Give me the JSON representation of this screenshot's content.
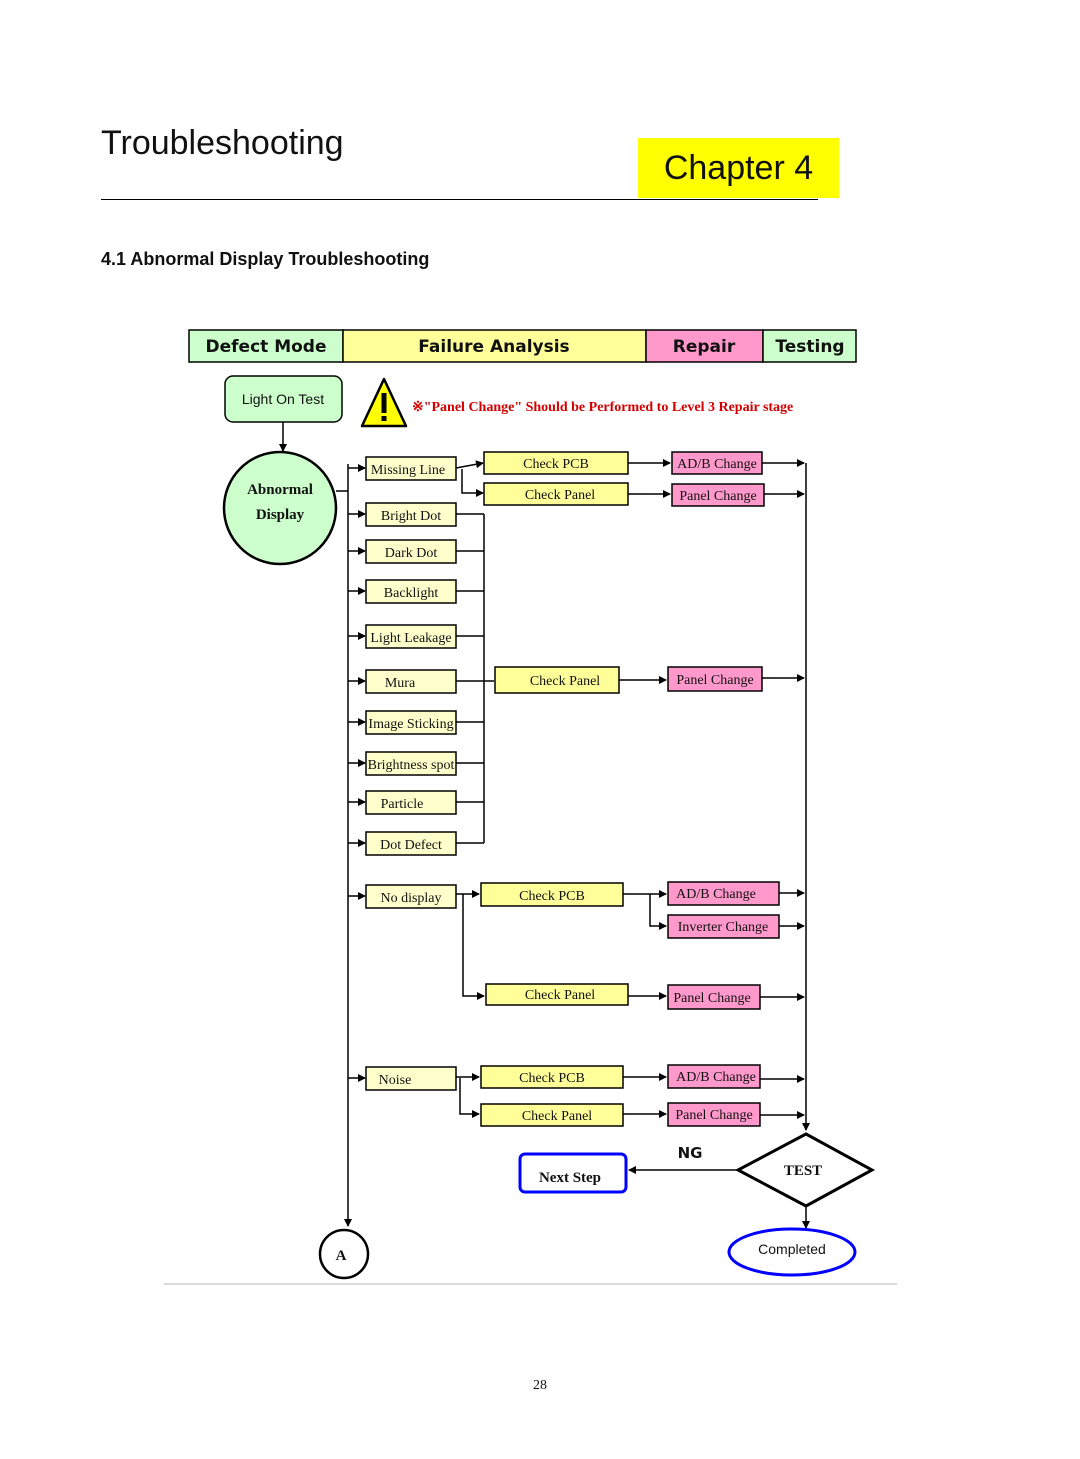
{
  "page": {
    "title": "Troubleshooting",
    "chapter": "Chapter 4",
    "section": "4.1 Abnormal Display Troubleshooting",
    "page_number": "28"
  },
  "header_cells": {
    "defect_mode": "Defect Mode",
    "failure_analysis": "Failure Analysis",
    "repair": "Repair",
    "testing": "Testing"
  },
  "start": {
    "light_on_test": "Light On Test",
    "abnormal_line1": "Abnormal",
    "abnormal_line2": "Display"
  },
  "warning": {
    "note": "※\"Panel Change\" Should be Performed to Level 3 Repair stage"
  },
  "defects": {
    "missing_line": "Missing Line",
    "bright_dot": "Bright Dot",
    "dark_dot": "Dark Dot",
    "backlight": "Backlight",
    "light_leakage": "Light Leakage",
    "mura": "Mura",
    "image_sticking": "Image Sticking",
    "brightness_spot": "Brightness spot",
    "particle": "Particle",
    "dot_defect": "Dot Defect",
    "no_display": "No display",
    "noise": "Noise"
  },
  "analysis": {
    "check_pcb": "Check PCB",
    "check_panel": "Check Panel"
  },
  "repair": {
    "adb_change": "AD/B Change",
    "panel_change": "Panel Change",
    "inverter_change": "Inverter Change"
  },
  "test": {
    "test": "TEST",
    "ng": "NG",
    "next_step": "Next Step",
    "completed": "Completed",
    "connector_a": "A"
  },
  "colors": {
    "header_green": "#ccffcc",
    "header_yellow": "#ffff99",
    "header_pink": "#ff99cc",
    "defect_box": "#ffffcc",
    "analysis_box": "#ffff99",
    "repair_box": "#ff99cc",
    "warning_red": "#d40000",
    "chapter_badge": "#ffff00",
    "next_step_border": "#0000ff"
  },
  "icons": {
    "warning": "warning-triangle-icon"
  }
}
